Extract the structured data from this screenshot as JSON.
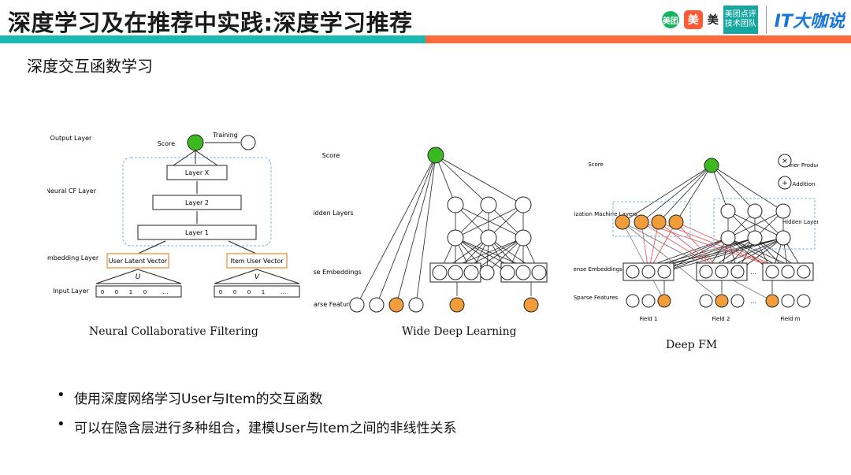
{
  "header": {
    "title": "深度学习及在推荐中实践:深度学习推荐",
    "logo_meituan": "美团",
    "logo_dianping": "美",
    "logo_brand": "美",
    "logo_team_line1": "美团点评",
    "logo_team_line2": "技术团队",
    "logo_it": "IT大咖说",
    "accent_teal": "#1bbab0",
    "accent_orange": "#ff6a3d"
  },
  "subtitle": "深度交互函数学习",
  "figures": {
    "ncf": {
      "caption": "Neural Collaborative Filtering",
      "output_layer": "Output Layer",
      "score": "Score",
      "training": "Training",
      "layer_x": "Layer X",
      "layer_2": "Layer 2",
      "layer_1": "Layer 1",
      "neural_cf": "Neural CF Layer",
      "embedding": "Embedding Layer",
      "input_layer": "Input Layer",
      "user_vector": "User Latent Vector",
      "item_vector": "Item User Vector",
      "u": "U",
      "v": "V",
      "user_bits": [
        "0",
        "0",
        "1",
        "0",
        "..."
      ],
      "item_bits": [
        "0",
        "0",
        "0",
        "1",
        "..."
      ]
    },
    "wide_deep": {
      "caption": "Wide Deep Learning",
      "score": "Score",
      "hidden": "Hidden Layers",
      "dense": "Dense Embeddings",
      "sparse": "Sparse Features"
    },
    "deep_fm": {
      "caption": "Deep FM",
      "score": "Score",
      "fm_layers": "Factorization Machine Layers",
      "hidden": "Hidden Layers",
      "dense": "Dense Embeddings",
      "sparse": "Sparse Features",
      "inner_product": "Inner Product",
      "addition": "Addition",
      "field1": "Field 1",
      "field2": "Field 2",
      "fieldm": "Field m",
      "dots": "..."
    }
  },
  "bullets": [
    "使用深度网络学习User与Item的交互函数",
    "可以在隐含层进行多种组合，建模User与Item之间的非线性关系"
  ]
}
